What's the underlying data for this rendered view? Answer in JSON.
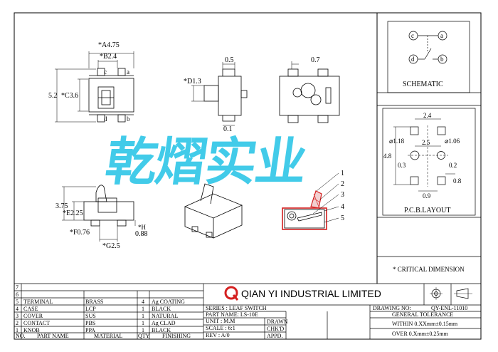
{
  "views": {
    "top": {
      "dim_a": "*A4.75",
      "dim_b": "*B2.4",
      "dim_h_outer": "5.2",
      "dim_c": "*C3.6",
      "pin_a": "a",
      "pin_b": "b",
      "pin_c": "c",
      "pin_d": "d"
    },
    "side": {
      "dim_top": "0.5",
      "dim_d": "*D1.3",
      "dim_bottom": "0.1"
    },
    "back": {
      "dim_top": "0.7"
    },
    "front": {
      "dim_h": "3.75",
      "dim_e": "*E2.25",
      "dim_f": "*F0.76",
      "dim_h2": "*H",
      "dim_h2_val": "0.88",
      "dim_g": "*G2.5"
    },
    "section": {
      "callouts": [
        "1",
        "2",
        "3",
        "4",
        "5"
      ]
    }
  },
  "schematic": {
    "title": "SCHEMATIC",
    "pins": [
      "c",
      "a",
      "d",
      "b"
    ]
  },
  "pcb": {
    "title": "P.C.B.LAYOUT",
    "dims": [
      "2.4",
      "⌀1.18",
      "2.5",
      "⌀1.06",
      "4.8",
      "0.3",
      "0.2",
      "0.9",
      "0.8"
    ]
  },
  "critical_note": "* CRITICAL  DIMENSION",
  "watermark": "乾熠实业",
  "title_block": {
    "company": "QIAN YI INDUSTRIAL LIMITED",
    "logo_letter": "Q",
    "drawing_no_label": "DRAWING NO:",
    "drawing_no": "QY-ENL-11010",
    "series": "SERIES : LEAF SWITCH",
    "part_name": "PART NAME: LS-10E",
    "unit": "UNIT : M.M",
    "scale": "SCALE : 6:1",
    "rev": "REV  : A/0",
    "drawn": "DRAWN",
    "chkd": "CHK'D",
    "appd": "APPD.",
    "general_tolerance": "GENERAL TOLERANCE",
    "tol1": "WITHIN  0.XXmm±0.15mm",
    "tol2": "OVER  0.Xmm±0.25mm"
  },
  "bom": {
    "headers": [
      "NO.",
      "PART NAME",
      "MATERIAL",
      "QTY",
      "FINISHING"
    ],
    "rows": [
      {
        "no": "7",
        "part": "",
        "material": "",
        "qty": "",
        "finish": ""
      },
      {
        "no": "6",
        "part": "",
        "material": "",
        "qty": "",
        "finish": ""
      },
      {
        "no": "5",
        "part": "TERMINAL",
        "material": "BRASS",
        "qty": "4",
        "finish": "Ag COATING"
      },
      {
        "no": "4",
        "part": "CASE",
        "material": "LCP",
        "qty": "1",
        "finish": "BLACK"
      },
      {
        "no": "3",
        "part": "COVER",
        "material": "SUS",
        "qty": "1",
        "finish": "NATURAL"
      },
      {
        "no": "2",
        "part": "CONTACT",
        "material": "PBS",
        "qty": "1",
        "finish": "Ag CLAD"
      },
      {
        "no": "1",
        "part": "KNOB",
        "material": "PPA",
        "qty": "1",
        "finish": "BLACK"
      }
    ]
  }
}
